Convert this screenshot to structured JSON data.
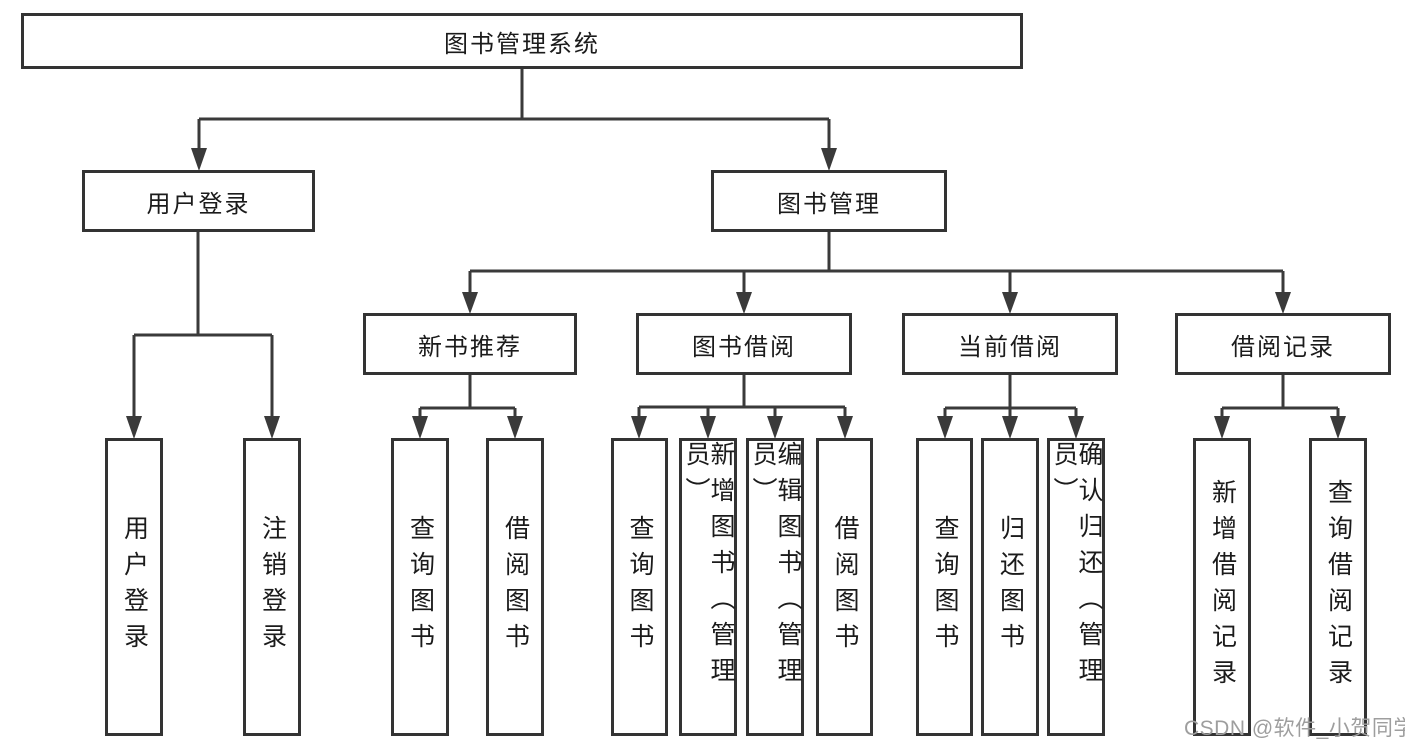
{
  "tree": {
    "label": "图书管理系统",
    "children": [
      {
        "label": "用户登录",
        "children": [
          {
            "label": "用户登录"
          },
          {
            "label": "注销登录"
          }
        ]
      },
      {
        "label": "图书管理",
        "children": [
          {
            "label": "新书推荐",
            "children": [
              {
                "label": "查询图书"
              },
              {
                "label": "借阅图书"
              }
            ]
          },
          {
            "label": "图书借阅",
            "children": [
              {
                "label": "查询图书"
              },
              {
                "label": "新增图书（管理员）"
              },
              {
                "label": "编辑图书（管理员）"
              },
              {
                "label": "借阅图书"
              }
            ]
          },
          {
            "label": "当前借阅",
            "children": [
              {
                "label": "查询图书"
              },
              {
                "label": "归还图书"
              },
              {
                "label": "确认归还（管理员）"
              }
            ]
          },
          {
            "label": "借阅记录",
            "children": [
              {
                "label": "新增借阅记录"
              },
              {
                "label": "查询借阅记录"
              }
            ]
          }
        ]
      }
    ]
  },
  "watermark": {
    "text": "CSDN @软件_小贺同学"
  },
  "colors": {
    "line": "#3a3a3a",
    "box_border": "#333333",
    "text": "#1b1b1b",
    "watermark": "#9e9e9e",
    "background": "#ffffff"
  }
}
